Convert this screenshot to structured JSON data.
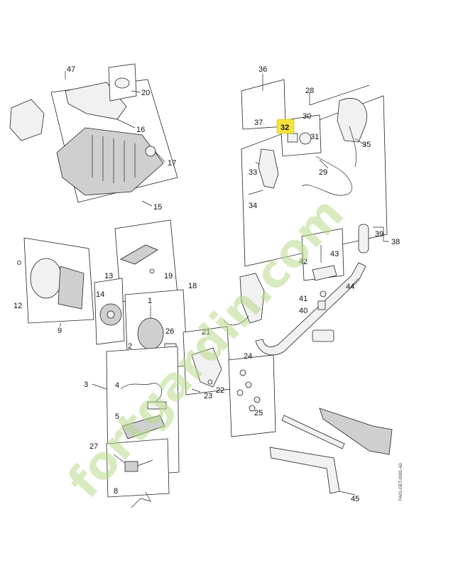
{
  "diagram": {
    "highlight_color": "#f7e43a",
    "watermark_colors": {
      "green": "#b9d98c",
      "orange": "#f3c78f"
    },
    "watermark": {
      "text": "fortgardin.com"
    },
    "reference_code": "FA01-GET-0001-A0",
    "labels": {
      "p1": "1",
      "p2": "2",
      "p3": "3",
      "p4": "4",
      "p5": "5",
      "p8": "8",
      "p9": "9",
      "p12": "12",
      "p13": "13",
      "p14": "14",
      "p15": "15",
      "p16": "16",
      "p17": "17",
      "p18": "18",
      "p19": "19",
      "p20": "20",
      "p21": "21",
      "p22": "22",
      "p23": "23",
      "p24": "24",
      "p25": "25",
      "p26": "26",
      "p27": "27",
      "p28": "28",
      "p29": "29",
      "p30": "30",
      "p31": "31",
      "p32": "32",
      "p33": "33",
      "p34": "34",
      "p35": "35",
      "p36": "36",
      "p37": "37",
      "p38": "38",
      "p39": "39",
      "p40": "40",
      "p41": "41",
      "p42": "42",
      "p43": "43",
      "p44": "44",
      "p45": "45",
      "p47": "47"
    }
  }
}
